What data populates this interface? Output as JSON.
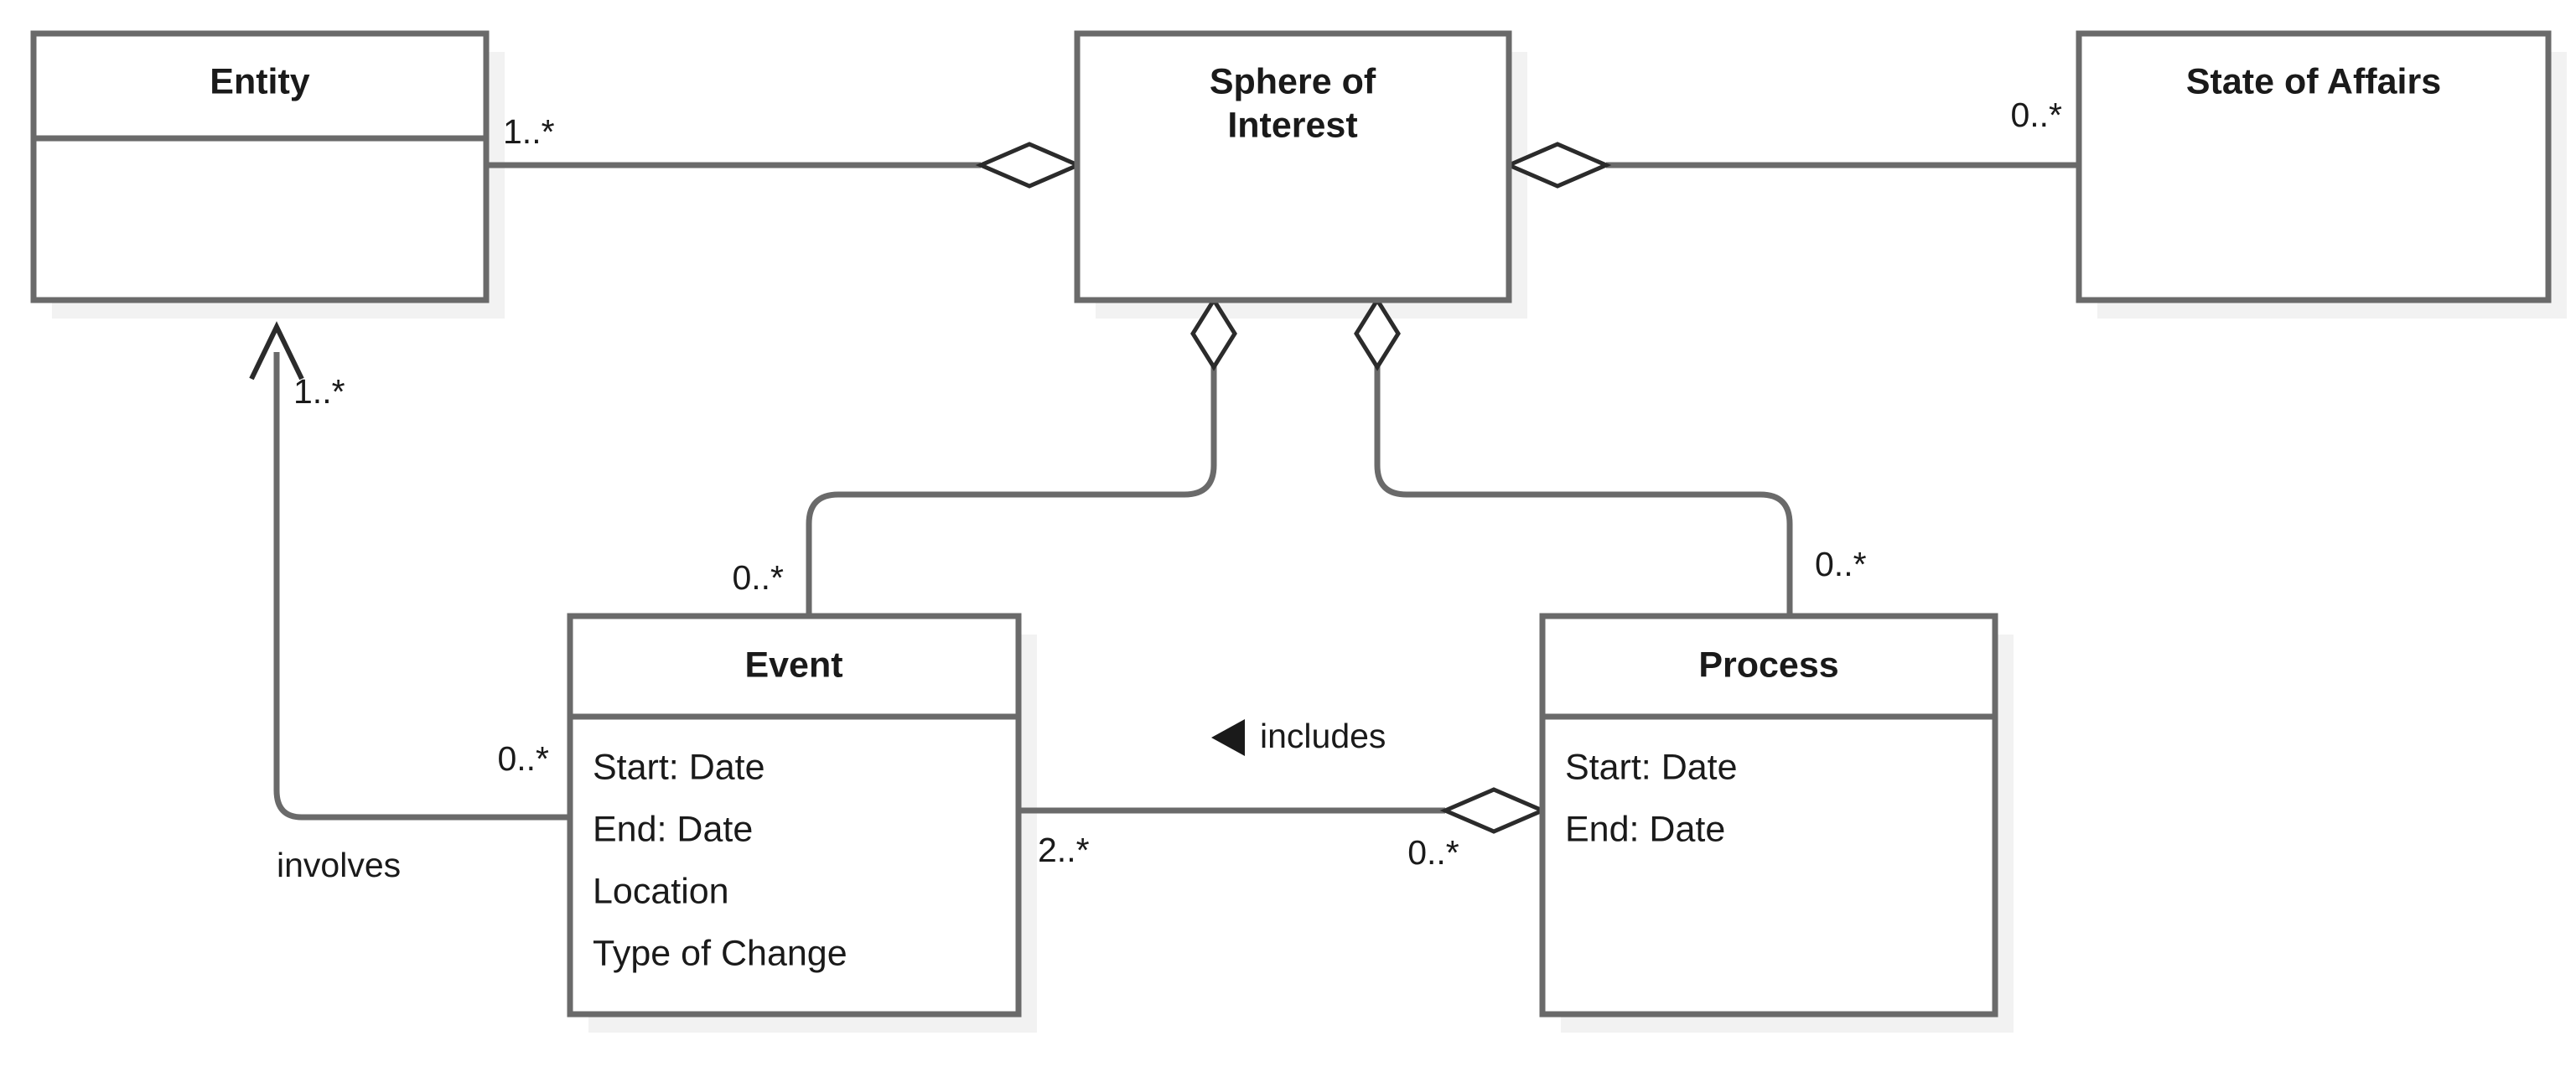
{
  "diagram": {
    "type": "uml-class-diagram",
    "background_color": "#ffffff",
    "line_color": "#6a6a6a",
    "text_color": "#1a1a1a",
    "classes": [
      {
        "id": "entity",
        "name": "Entity",
        "attributes": [],
        "has_attribute_compartment": true
      },
      {
        "id": "sphere-of-interest",
        "name_line1": "Sphere of",
        "name_line2": "Interest",
        "name": "Sphere of Interest",
        "attributes": [],
        "has_attribute_compartment": false
      },
      {
        "id": "state-of-affairs",
        "name": "State of Affairs",
        "attributes": [],
        "has_attribute_compartment": false
      },
      {
        "id": "event",
        "name": "Event",
        "attributes": [
          "Start: Date",
          "End: Date",
          "Location",
          "Type of Change"
        ],
        "has_attribute_compartment": true
      },
      {
        "id": "process",
        "name": "Process",
        "attributes": [
          "Start: Date",
          "End: Date"
        ],
        "has_attribute_compartment": true
      }
    ],
    "associations": [
      {
        "id": "entity-sphere",
        "from": "entity",
        "to": "sphere-of-interest",
        "kind": "aggregation",
        "source_multiplicity": "1..*",
        "target_multiplicity": ""
      },
      {
        "id": "sphere-stateofaffairs",
        "from": "sphere-of-interest",
        "to": "state-of-affairs",
        "kind": "aggregation",
        "source_multiplicity": "",
        "target_multiplicity": "0..*"
      },
      {
        "id": "sphere-event",
        "from": "sphere-of-interest",
        "to": "event",
        "kind": "aggregation",
        "source_multiplicity": "",
        "target_multiplicity": "0..*"
      },
      {
        "id": "sphere-process",
        "from": "sphere-of-interest",
        "to": "process",
        "kind": "aggregation",
        "source_multiplicity": "",
        "target_multiplicity": "0..*"
      },
      {
        "id": "event-entity-involves",
        "from": "event",
        "to": "entity",
        "kind": "directed-association",
        "label": "involves",
        "source_multiplicity": "0..*",
        "target_multiplicity": "1..*"
      },
      {
        "id": "event-process-includes",
        "from": "event",
        "to": "process",
        "kind": "aggregation",
        "label": "includes",
        "label_arrow": "◀",
        "source_multiplicity": "2..*",
        "target_multiplicity": "0..*"
      }
    ]
  }
}
